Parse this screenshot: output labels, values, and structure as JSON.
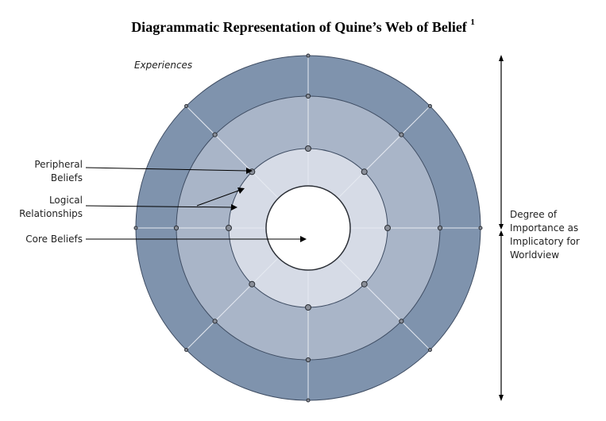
{
  "title": {
    "text": "Diagrammatic Representation of Quine’s Web of Belief",
    "footnote": "1"
  },
  "labels": {
    "experiences": "Experiences",
    "peripheral_beliefs": [
      "Peripheral",
      "Beliefs"
    ],
    "logical_relationships": [
      "Logical",
      "Relationships"
    ],
    "core_beliefs": "Core Beliefs",
    "degree_of_importance": [
      "Degree of",
      "Importance as",
      "Implicatory for",
      "Worldview"
    ]
  },
  "colors": {
    "outer_ring": "#7f93ad",
    "middle_ring": "#a9b5c8",
    "inner_ring": "#d6dbe6",
    "core": "#ffffff",
    "ring_border": "#3f4d63",
    "spoke": "#e6eaf1",
    "node_fill": "#8a8f99",
    "node_stroke": "#2b2f36",
    "arrow": "#000000"
  },
  "icons": {
    "arrow_up": "arrowhead-up-icon",
    "arrow_down": "arrowhead-down-icon"
  }
}
